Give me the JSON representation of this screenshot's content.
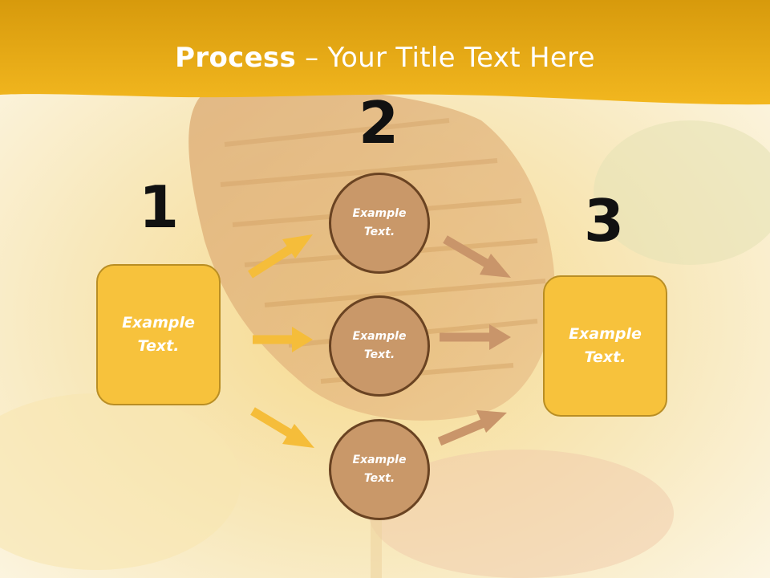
{
  "slide": {
    "title_bold": "Process",
    "title_rest": " – Your Title Text Here"
  },
  "steps": {
    "step1": {
      "number": "1",
      "text": "Example Text."
    },
    "step2": {
      "number": "2",
      "circles": [
        "Example Text.",
        "Example Text.",
        "Example Text."
      ]
    },
    "step3": {
      "number": "3",
      "text": "Example Text."
    }
  },
  "colors": {
    "banner": "#f0b41e",
    "box_fill": "#f7c23c",
    "circle_fill": "#c99869",
    "arrow_left": "#f5bd3a",
    "arrow_right": "#c9956a"
  }
}
